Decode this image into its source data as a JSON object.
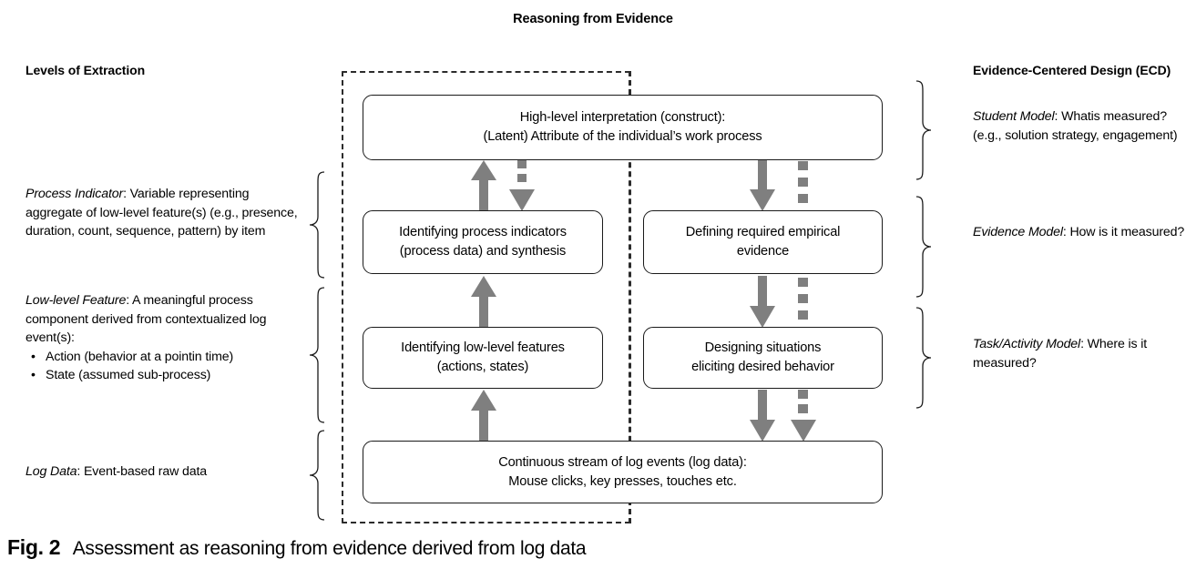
{
  "figure": {
    "title": "Reasoning from Evidence",
    "caption_label": "Fig. 2",
    "caption_text": "Assessment as reasoning from evidence derived from log data"
  },
  "columns": {
    "left_heading": "Levels of Extraction",
    "right_heading": "Evidence-Centered Design (ECD)"
  },
  "levels_of_extraction": [
    {
      "term": "Process Indicator",
      "separator": ": ",
      "description": "Variable representing aggregate of low-level feature(s) (e.g., presence, duration, count, sequence, pattern) by item"
    },
    {
      "term": "Low-level Feature",
      "separator": ": ",
      "description": "A meaningful process component derived from contextualized log event(s):",
      "bullets": [
        "Action (behavior at a pointin time)",
        "State (assumed sub-process)"
      ]
    },
    {
      "term": "Log Data",
      "separator": ": ",
      "description": "Event-based raw data"
    }
  ],
  "ecd_models": [
    {
      "term": "Student Model",
      "separator": ": ",
      "question": "Whatis measured?",
      "example": "(e.g., solution strategy, engagement)"
    },
    {
      "term": "Evidence Model",
      "separator": ": ",
      "question": "How is it measured?"
    },
    {
      "term": "Task/Activity Model",
      "separator": ": ",
      "question": "Where is it measured?"
    }
  ],
  "flow_boxes": {
    "top": {
      "line1": "High-level interpretation (construct):",
      "line2": "(Latent) Attribute of the individual’s work process"
    },
    "left_middle": {
      "line1": "Identifying process indicators",
      "line2": "(process data) and synthesis"
    },
    "right_middle": {
      "line1": "Defining required empirical",
      "line2": "evidence"
    },
    "left_lower": {
      "line1": "Identifying low-level features",
      "line2": "(actions, states)"
    },
    "right_lower": {
      "line1": "Designing situations",
      "line2": "eliciting desired behavior"
    },
    "bottom": {
      "line1": "Continuous stream of log events (log data):",
      "line2": "Mouse clicks, key presses, touches etc."
    }
  },
  "arrows": [
    {
      "name": "up-arrow-low-to-mid-left",
      "direction": "up",
      "style": "solid"
    },
    {
      "name": "up-arrow-mid-to-top-left",
      "direction": "up",
      "style": "solid"
    },
    {
      "name": "up-arrow-bottom-to-low-left",
      "direction": "up",
      "style": "solid"
    },
    {
      "name": "down-arrow-top-to-mid-left",
      "direction": "down",
      "style": "dashed"
    },
    {
      "name": "down-arrow-top-to-mid-right",
      "direction": "down",
      "style": "solid"
    },
    {
      "name": "down-arrow-mid-to-low-right",
      "direction": "down",
      "style": "solid"
    },
    {
      "name": "down-arrow-low-to-bottom-right",
      "direction": "down",
      "style": "solid"
    },
    {
      "name": "down-dashed-top-to-mid-right",
      "direction": "down",
      "style": "dashed"
    },
    {
      "name": "down-dashed-mid-to-low-right",
      "direction": "down",
      "style": "dashed"
    },
    {
      "name": "down-dashed-low-to-bottom-right",
      "direction": "down",
      "style": "dashed"
    }
  ],
  "colors": {
    "arrow_gray": "#7f7f7f",
    "box_border": "#1a1a1a",
    "dashed_border": "#2b2b2b",
    "text": "#000000"
  }
}
